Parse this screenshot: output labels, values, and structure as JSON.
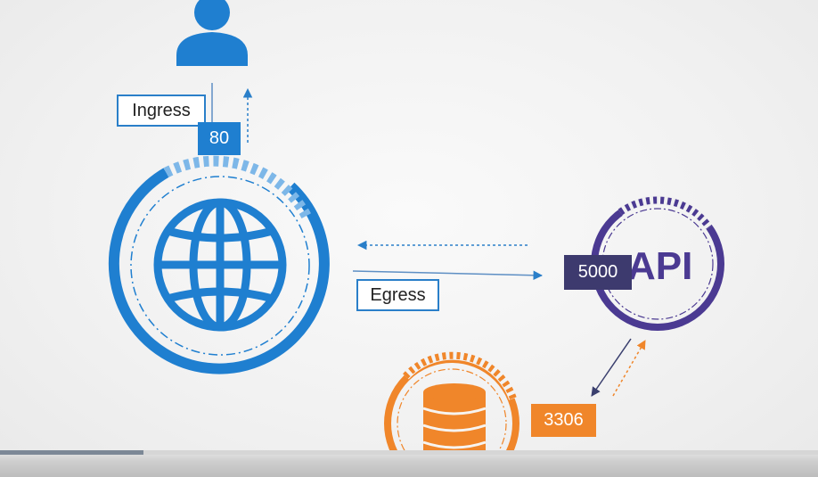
{
  "labels": {
    "ingress": "Ingress",
    "egress": "Egress",
    "port_web": "80",
    "port_api": "5000",
    "port_db": "3306",
    "api_text": "API"
  },
  "icons": {
    "user": "user-icon",
    "globe": "globe-icon",
    "database": "database-icon"
  },
  "colors": {
    "blue": "#1f7fd0",
    "purple": "#4b3a92",
    "orange": "#f0862a",
    "port_web_bg": "#1f7fd0",
    "port_api_bg": "#3d3a6e",
    "port_db_bg": "#f0862a"
  },
  "video": {
    "progress_fraction": 0.175
  }
}
